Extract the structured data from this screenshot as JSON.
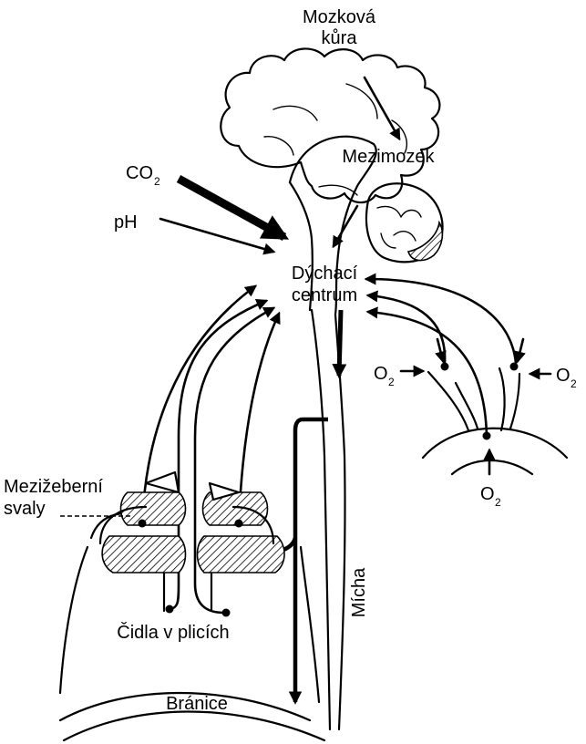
{
  "labels": {
    "cortex_line1": "Mozková",
    "cortex_line2": "kůra",
    "diencephalon": "Mezimozek",
    "co2_main": "CO",
    "co2_sub": "2",
    "ph": "pH",
    "center_line1": "Dýchací",
    "center_line2": "centrum",
    "o2_left_main": "O",
    "o2_left_sub": "2",
    "o2_right_main": "O",
    "o2_right_sub": "2",
    "o2_bottom_main": "O",
    "o2_bottom_sub": "2",
    "intercostal_line1": "Mezižeberní",
    "intercostal_line2": "svaly",
    "spinal_cord": "Mícha",
    "lung_sensors": "Čidla v plicích",
    "diaphragm": "Bránice"
  }
}
